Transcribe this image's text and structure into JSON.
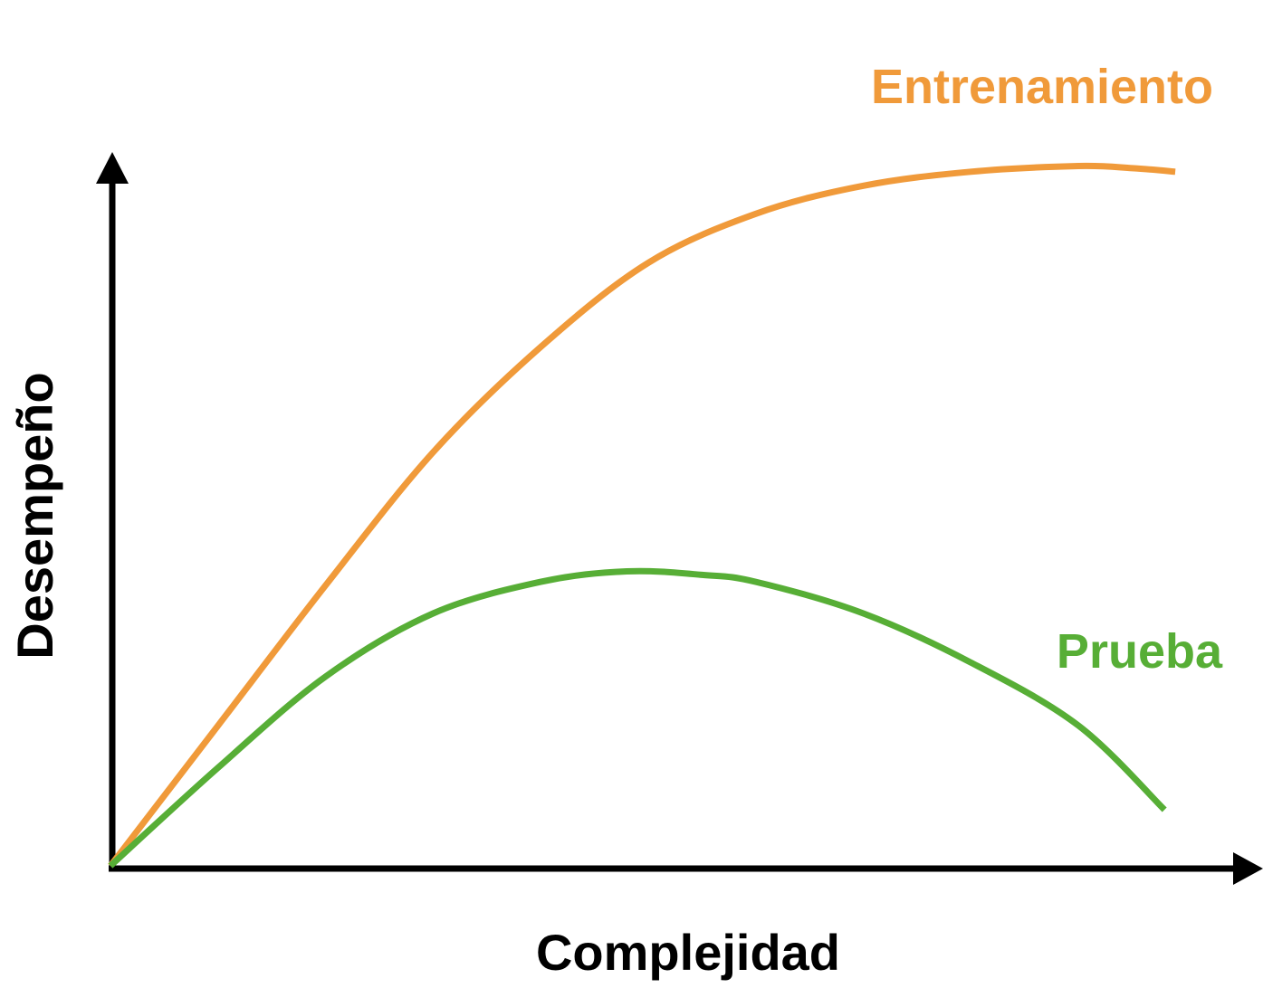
{
  "chart_data": {
    "type": "line",
    "title": "",
    "xlabel": "Complejidad",
    "ylabel": "Desempeño",
    "xlim": [
      0,
      1
    ],
    "ylim": [
      0,
      1
    ],
    "grid": false,
    "legend": "inline labels at curve ends",
    "ticks": false,
    "series": [
      {
        "name": "Entrenamiento",
        "color": "#F09A3A",
        "x": [
          0.0,
          0.1,
          0.2,
          0.3,
          0.4,
          0.5,
          0.6,
          0.7,
          0.8,
          0.9,
          0.95,
          0.99
        ],
        "y": [
          0.0,
          0.2,
          0.4,
          0.59,
          0.74,
          0.86,
          0.93,
          0.97,
          0.99,
          0.998,
          0.995,
          0.99
        ]
      },
      {
        "name": "Prueba",
        "color": "#57AE36",
        "x": [
          0.0,
          0.1,
          0.2,
          0.3,
          0.4,
          0.48,
          0.55,
          0.6,
          0.7,
          0.8,
          0.9,
          0.98
        ],
        "y": [
          0.0,
          0.14,
          0.27,
          0.36,
          0.405,
          0.42,
          0.415,
          0.405,
          0.36,
          0.29,
          0.2,
          0.08
        ]
      }
    ]
  }
}
